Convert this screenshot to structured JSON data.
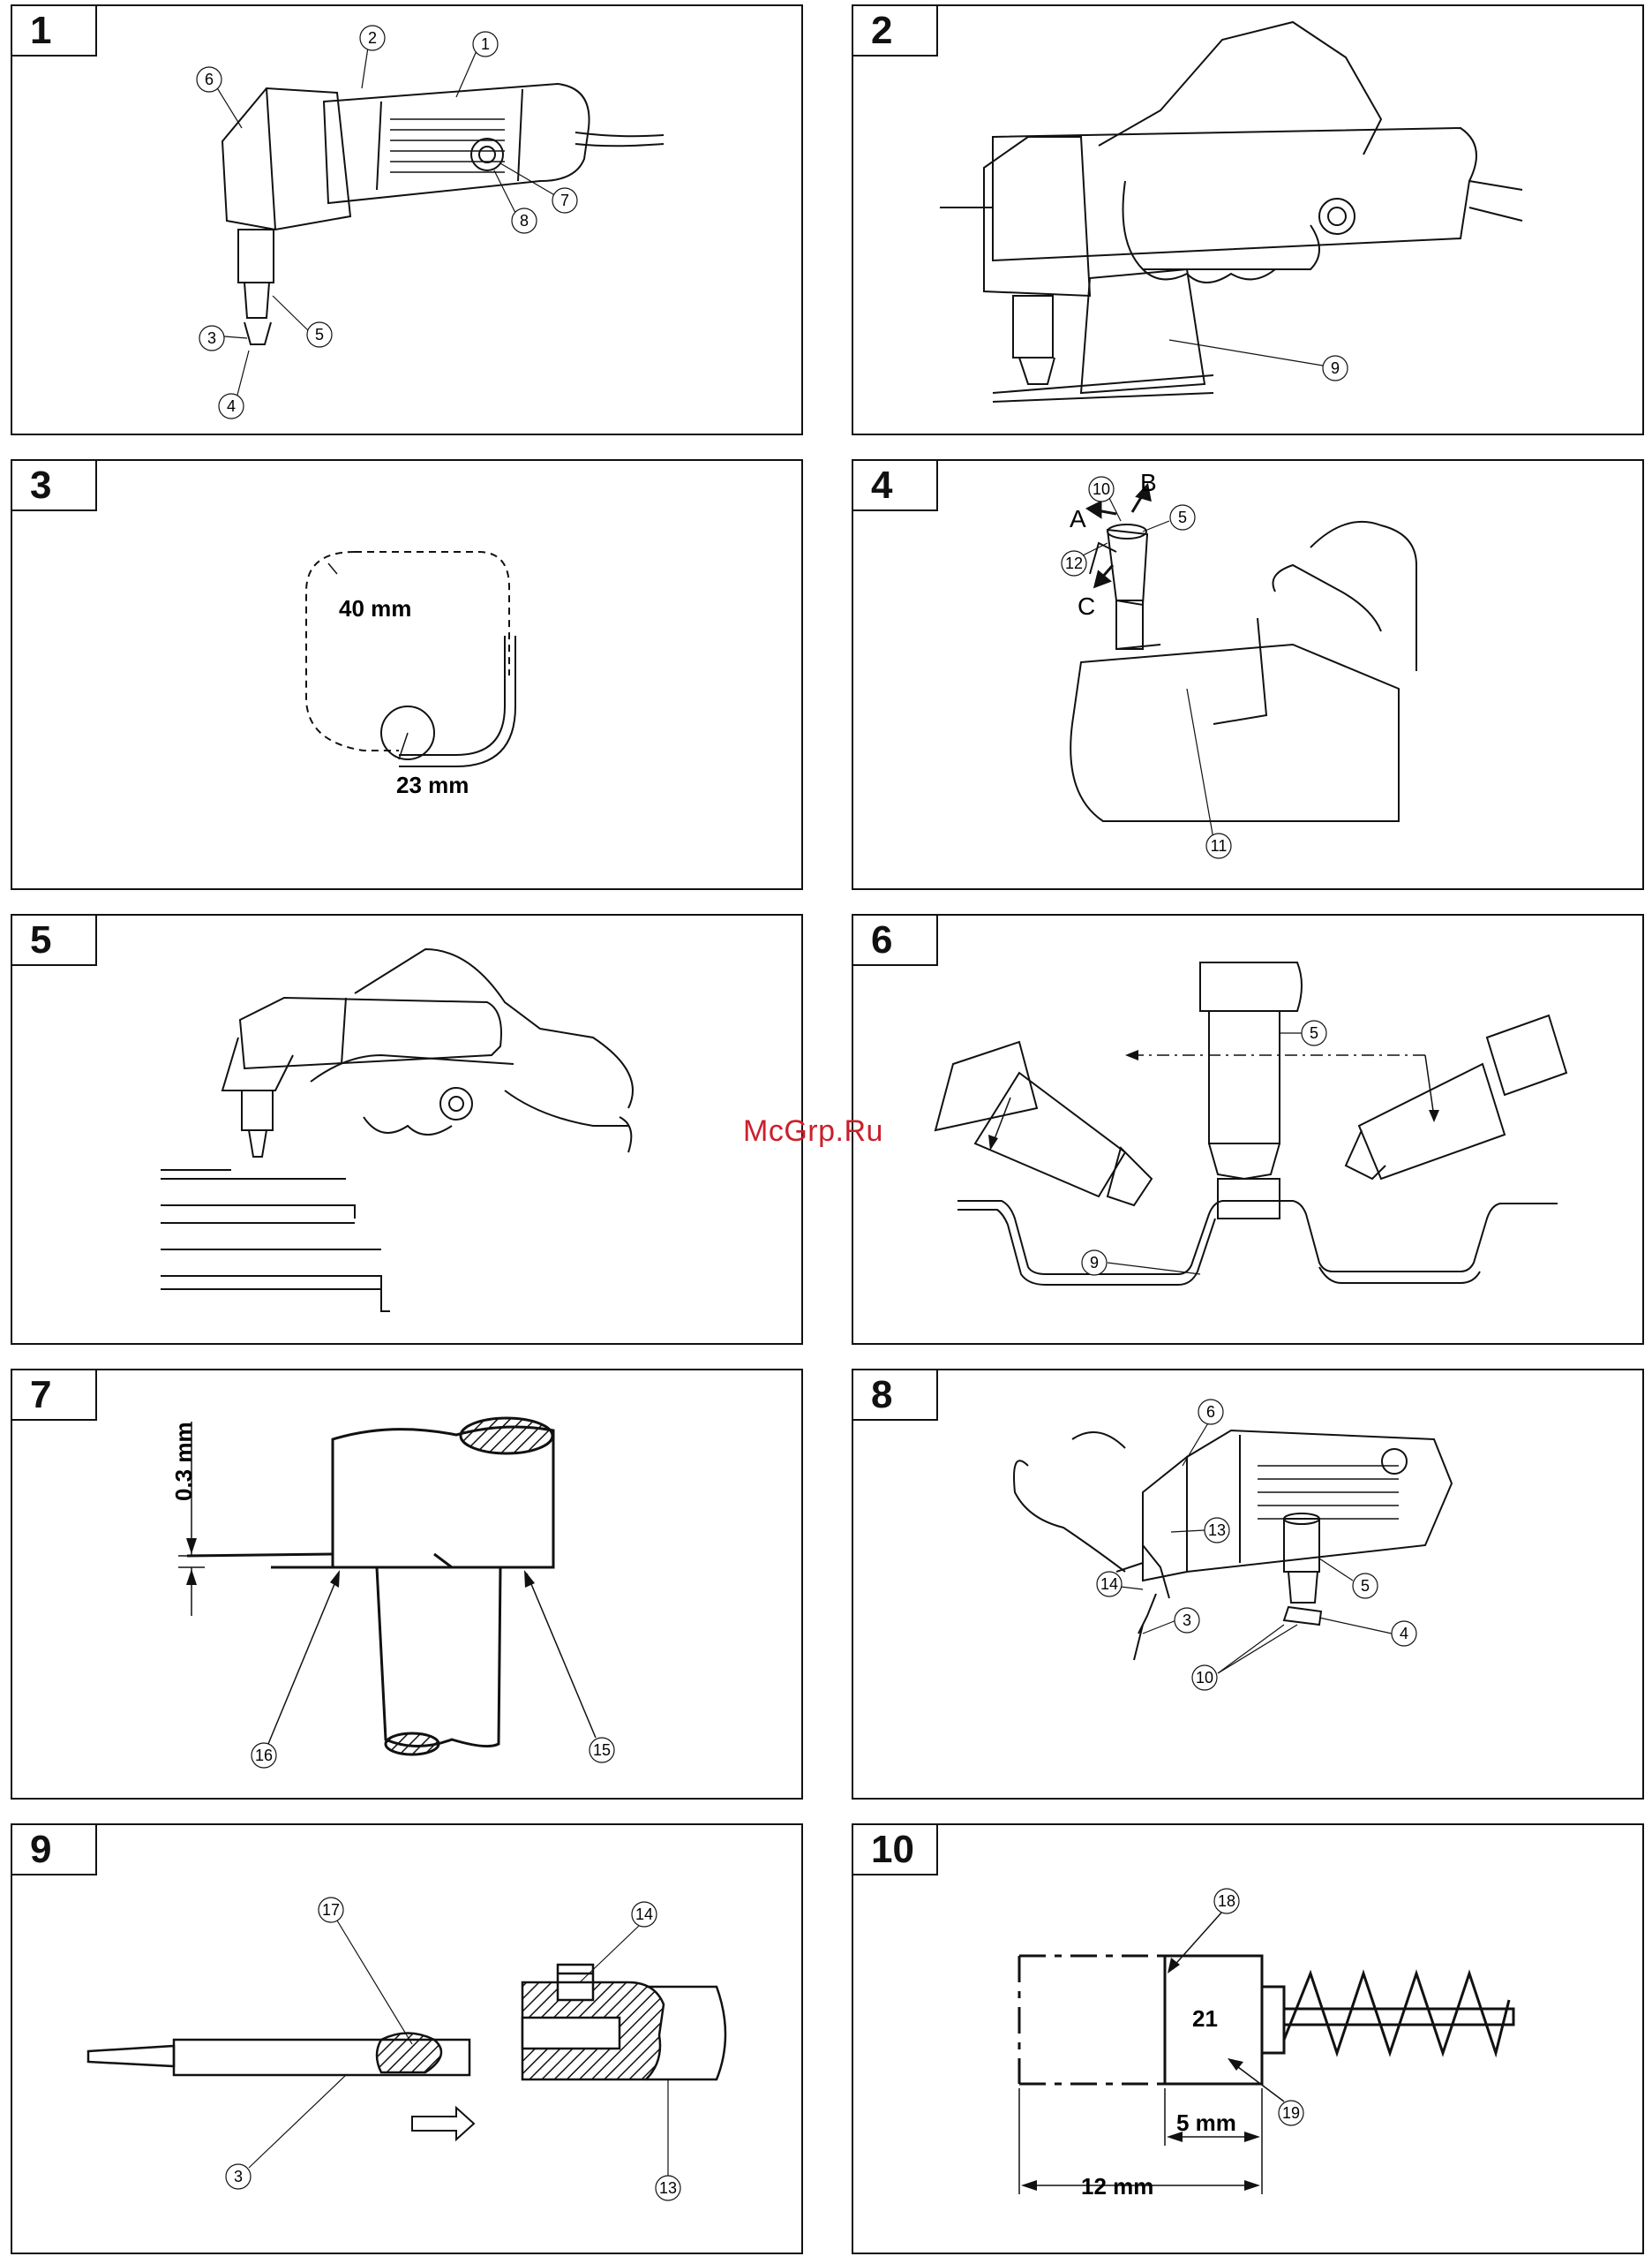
{
  "panels": [
    {
      "number": "1",
      "callouts": [
        "1",
        "2",
        "3",
        "4",
        "5",
        "6",
        "7",
        "8"
      ]
    },
    {
      "number": "2",
      "callouts": [
        "9"
      ]
    },
    {
      "number": "3",
      "dims": {
        "radius_large": "40 mm",
        "diameter_small": "23 mm"
      }
    },
    {
      "number": "4",
      "callouts": [
        "10",
        "5",
        "12",
        "11"
      ],
      "letters": [
        "A",
        "B",
        "C"
      ]
    },
    {
      "number": "5"
    },
    {
      "number": "6",
      "callouts": [
        "5",
        "9"
      ]
    },
    {
      "number": "7",
      "callouts": [
        "16",
        "15"
      ],
      "dims": {
        "gap": "0.3 mm"
      }
    },
    {
      "number": "8",
      "callouts": [
        "6",
        "13",
        "14",
        "3",
        "5",
        "4",
        "10"
      ]
    },
    {
      "number": "9",
      "callouts": [
        "17",
        "14",
        "3",
        "13"
      ]
    },
    {
      "number": "10",
      "callouts": [
        "18",
        "19"
      ],
      "dims": {
        "length_small": "5 mm",
        "length_total": "12 mm",
        "value": "21"
      }
    }
  ],
  "watermark": "McGrp.Ru",
  "colors": {
    "line": "#111111",
    "watermark": "#cc1f2b",
    "background": "#ffffff"
  }
}
